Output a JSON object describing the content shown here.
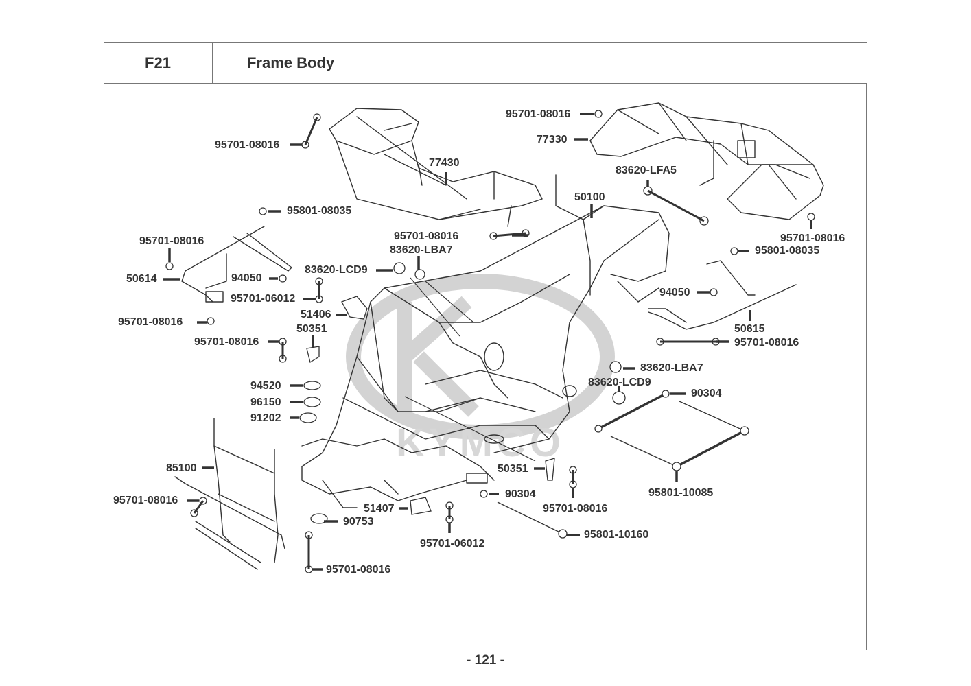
{
  "header": {
    "section_code": "F21",
    "title": "Frame Body"
  },
  "footer": {
    "page_number": "- 121 -"
  },
  "watermark": {
    "brand": "KYMCO"
  },
  "callouts": [
    {
      "id": "c01",
      "part_no": "95701-08016",
      "part": "bolt"
    },
    {
      "id": "c02",
      "part_no": "77430",
      "part": "front rack"
    },
    {
      "id": "c03",
      "part_no": "95701-08016",
      "part": "bolt"
    },
    {
      "id": "c04",
      "part_no": "77330",
      "part": "rear rack"
    },
    {
      "id": "c05",
      "part_no": "83620-LFA5",
      "part": "cable"
    },
    {
      "id": "c06",
      "part_no": "50100",
      "part": "frame body"
    },
    {
      "id": "c07",
      "part_no": "95801-08035",
      "part": "bolt"
    },
    {
      "id": "c08",
      "part_no": "95701-08016",
      "part": "bolt"
    },
    {
      "id": "c09",
      "part_no": "95701-08016",
      "part": "bolt"
    },
    {
      "id": "c10",
      "part_no": "83620-LBA7",
      "part": "cap"
    },
    {
      "id": "c11",
      "part_no": "95701-08016",
      "part": "bolt"
    },
    {
      "id": "c12",
      "part_no": "95801-08035",
      "part": "bolt"
    },
    {
      "id": "c13",
      "part_no": "50614",
      "part": "left footrest"
    },
    {
      "id": "c14",
      "part_no": "94050",
      "part": "grommet"
    },
    {
      "id": "c15",
      "part_no": "83620-LCD9",
      "part": "cap"
    },
    {
      "id": "c16",
      "part_no": "95701-06012",
      "part": "bolt"
    },
    {
      "id": "c17",
      "part_no": "94050",
      "part": "grommet"
    },
    {
      "id": "c18",
      "part_no": "95701-08016",
      "part": "bolt"
    },
    {
      "id": "c19",
      "part_no": "51406",
      "part": "bracket"
    },
    {
      "id": "c20",
      "part_no": "50615",
      "part": "right footrest"
    },
    {
      "id": "c21",
      "part_no": "50351",
      "part": "bracket"
    },
    {
      "id": "c22",
      "part_no": "95701-08016",
      "part": "bolt"
    },
    {
      "id": "c23",
      "part_no": "95701-08016",
      "part": "bolt"
    },
    {
      "id": "c24",
      "part_no": "83620-LBA7",
      "part": "cap"
    },
    {
      "id": "c25",
      "part_no": "83620-LCD9",
      "part": "cap"
    },
    {
      "id": "c26",
      "part_no": "94520",
      "part": "circlip"
    },
    {
      "id": "c27",
      "part_no": "90304",
      "part": "nut"
    },
    {
      "id": "c28",
      "part_no": "96150",
      "part": "bearing"
    },
    {
      "id": "c29",
      "part_no": "91202",
      "part": "oil seal"
    },
    {
      "id": "c30",
      "part_no": "85100",
      "part": "front guard"
    },
    {
      "id": "c31",
      "part_no": "50351",
      "part": "bracket"
    },
    {
      "id": "c32",
      "part_no": "95701-08016",
      "part": "bolt"
    },
    {
      "id": "c33",
      "part_no": "90304",
      "part": "nut"
    },
    {
      "id": "c34",
      "part_no": "95701-08016",
      "part": "bolt"
    },
    {
      "id": "c35",
      "part_no": "95801-10085",
      "part": "bolt"
    },
    {
      "id": "c36",
      "part_no": "51407",
      "part": "bracket"
    },
    {
      "id": "c37",
      "part_no": "90753",
      "part": "seal"
    },
    {
      "id": "c38",
      "part_no": "95701-06012",
      "part": "bolt"
    },
    {
      "id": "c39",
      "part_no": "95801-10160",
      "part": "bolt"
    },
    {
      "id": "c40",
      "part_no": "95701-08016",
      "part": "bolt"
    }
  ]
}
